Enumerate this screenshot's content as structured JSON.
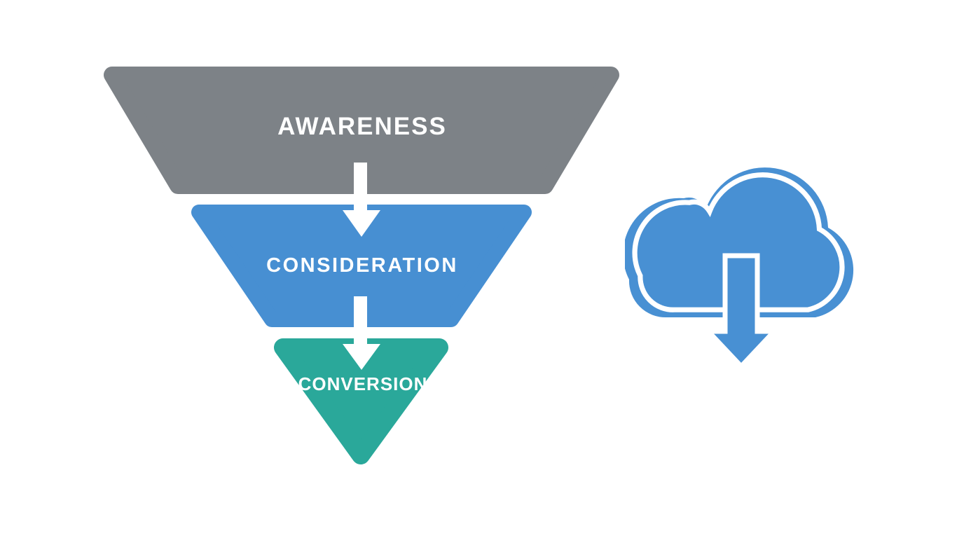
{
  "page": {
    "background": "#ffffff"
  },
  "funnel": {
    "label_color": "#ffffff",
    "arrow_color": "#ffffff",
    "stages": [
      {
        "label": "AWARENESS",
        "color": "#7d8287"
      },
      {
        "label": "CONSIDERATION",
        "color": "#478fd2"
      },
      {
        "label": "CONVERSION",
        "color": "#2aa89a"
      }
    ]
  },
  "cloud_icon": {
    "name": "cloud-download-icon",
    "color": "#4890d3",
    "outline_color": "#ffffff"
  }
}
